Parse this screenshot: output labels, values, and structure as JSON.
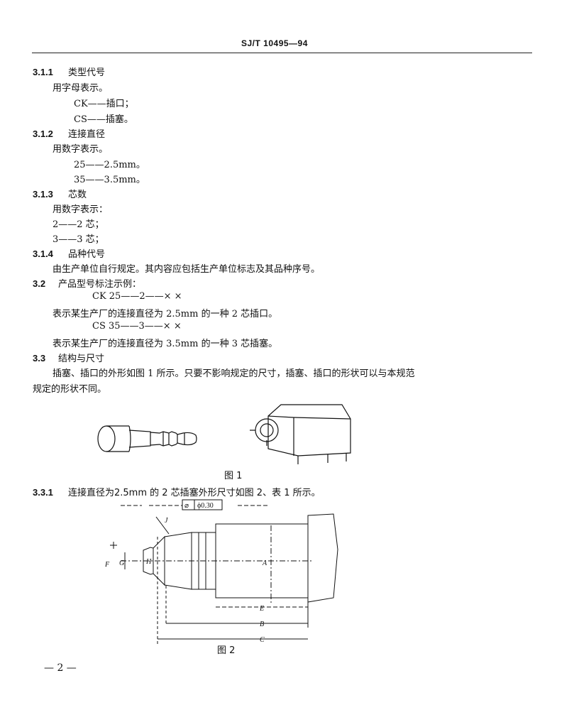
{
  "header": {
    "standard_no": "SJ/T 10495—94"
  },
  "sections": {
    "s311": {
      "num": "3.1.1",
      "title": "类型代号",
      "line1": "用字母表示。",
      "line2": "CK——插口；",
      "line3": "CS——插塞。"
    },
    "s312": {
      "num": "3.1.2",
      "title": "连接直径",
      "line1": "用数字表示。",
      "line2": "25——2.5mm。",
      "line3": "35——3.5mm。"
    },
    "s313": {
      "num": "3.1.3",
      "title": "芯数",
      "line1": "用数字表示：",
      "line2": "2——2 芯；",
      "line3": "3——3 芯；"
    },
    "s314": {
      "num": "3.1.4",
      "title": "品种代号",
      "line1": "由生产单位自行规定。其内容应包括生产单位标志及其品种序号。"
    },
    "s32": {
      "num": "3.2",
      "title": "产品型号标注示例：",
      "ex1": "CK 25——2——× ×",
      "desc1": "表示某生产厂的连接直径为 2.5mm 的一种 2 芯插口。",
      "ex2": "CS 35——3——× ×",
      "desc2": "表示某生产厂的连接直径为 3.5mm 的一种 3 芯插塞。"
    },
    "s33": {
      "num": "3.3",
      "title": "结构与尺寸",
      "para1": "插塞、插口的外形如图 1 所示。只要不影响规定的尺寸，插塞、插口的形状可以与本规范",
      "para2": "规定的形状不同。"
    },
    "s331": {
      "num": "3.3.1",
      "text": "连接直径为2.5mm 的 2 芯插塞外形尺寸如图 2、表 1 所示。"
    }
  },
  "figure1": {
    "caption": "图 1"
  },
  "figure2": {
    "caption": "图 2",
    "tolerance_frame": [
      "⌀",
      "ϕ0.30"
    ],
    "labels": {
      "J": "J",
      "F": "F",
      "G": "G",
      "H": "H",
      "A": "A",
      "E": "E",
      "B": "B",
      "C": "C"
    }
  },
  "footer": {
    "page": "— 2 —"
  }
}
